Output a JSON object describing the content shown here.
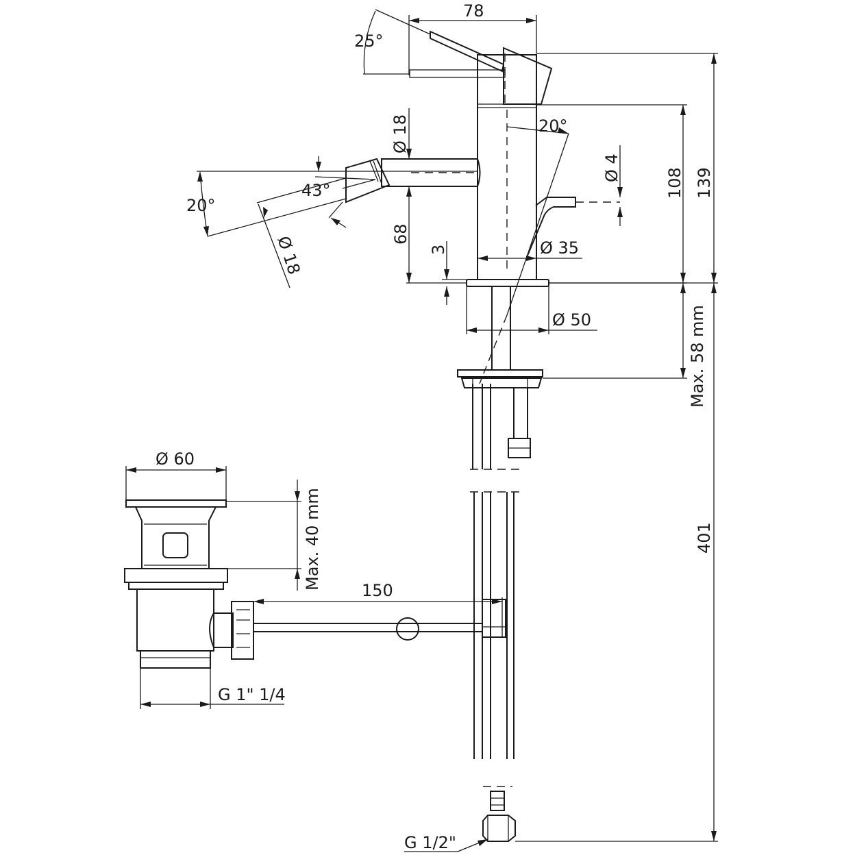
{
  "labels": {
    "width_top": "78",
    "lever_angle": "25°",
    "spout_diameter_top": "Ø 18",
    "swivel_angle_top": "20°",
    "rod_diameter": "Ø 4",
    "dim_108": "108",
    "dim_139": "139",
    "nozzle_angle": "43°",
    "tilt_angle_left": "20°",
    "nozzle_diameter": "Ø 18",
    "dim_68": "68",
    "dim_3": "3",
    "body_diameter": "Ø 35",
    "base_diameter": "Ø 50",
    "max_58": "Max. 58 mm",
    "waste_diameter": "Ø 60",
    "max_40": "Max. 40 mm",
    "rod_length": "150",
    "dim_401": "401",
    "waste_thread": "G 1\" 1/4",
    "supply_thread": "G 1/2\""
  }
}
